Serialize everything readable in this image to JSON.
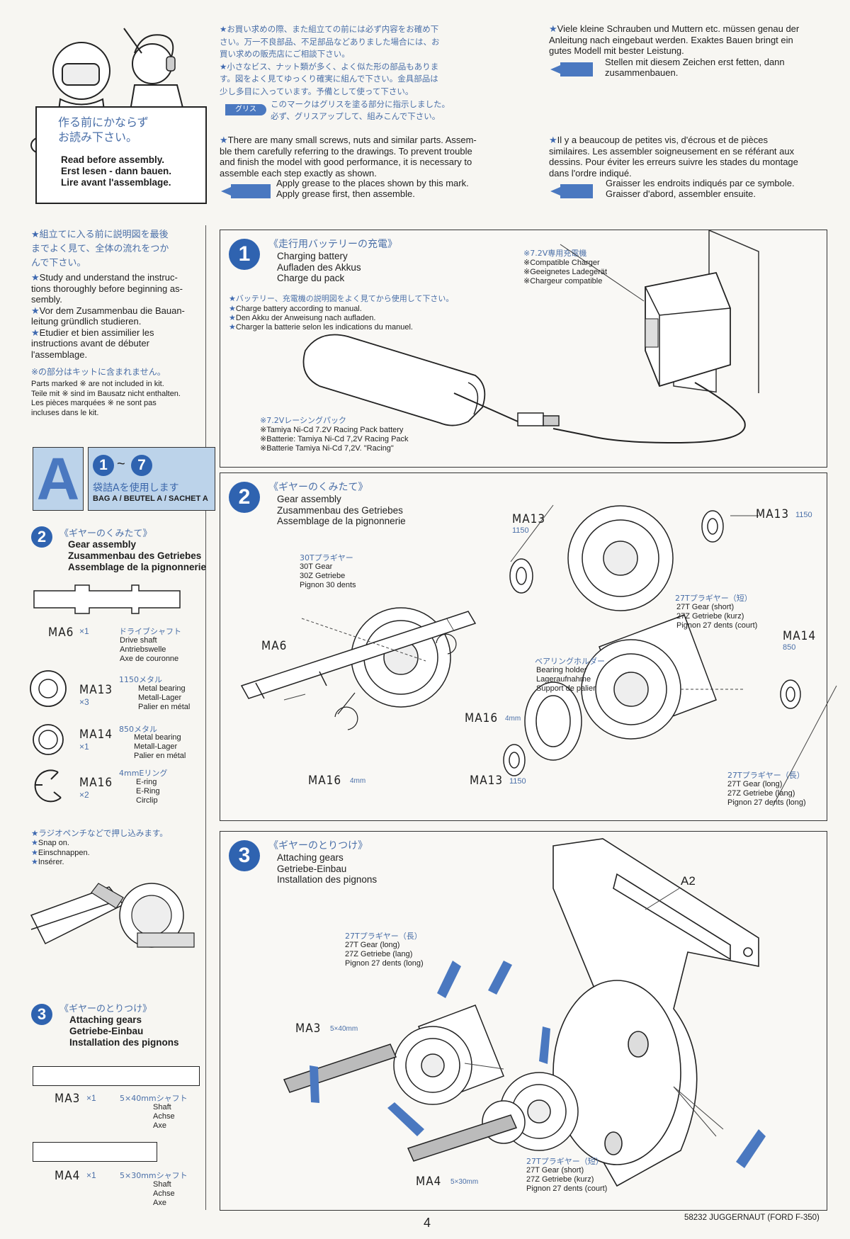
{
  "intro": {
    "sign_jp": [
      "作る前にかならず",
      "お読み下さい。"
    ],
    "sign_lines": [
      "Read before assembly.",
      "Erst lesen - dann bauen.",
      "Lire avant l'assemblage."
    ],
    "jp_text": [
      "お買い求めの際、また組立ての前には必ず内容をお確め下",
      "さい。万一不良部品、不足部品などありました場合には、お",
      "買い求めの販売店にご相談下さい。",
      "小さなビス、ナット類が多く、よく似た形の部品もありま",
      "す。図をよく見てゆっくり確実に組んで下さい。金具部品は",
      "少し多目に入っています。予備として使って下さい。"
    ],
    "grease_label": "グリス",
    "grease_jp": [
      "このマークはグリスを塗る部分に指示しました。",
      "必ず、グリスアップして、組みこんで下さい。"
    ],
    "en_text": [
      "There are many small screws, nuts and similar parts. Assem-",
      "ble them carefully referring to the drawings. To prevent trouble",
      "and finish the model with good performance, it is necessary to",
      "assemble each step exactly as shown."
    ],
    "en_grease": [
      "Apply grease to the places shown by this mark.",
      "Apply grease first, then assemble."
    ],
    "de_text": [
      "Viele kleine Schrauben und Muttern etc. müssen genau der",
      "Anleitung nach eingebaut werden. Exaktes Bauen bringt ein",
      "gutes Modell mit bester Leistung."
    ],
    "de_grease": [
      "Stellen mit diesem Zeichen erst fetten, dann",
      "zusammenbauen."
    ],
    "fr_text": [
      "Il y a beaucoup de petites vis, d'écrous et de pièces",
      "similaires. Les assembler soigneusement en se référant aux",
      "dessins. Pour éviter les erreurs suivre les stades du montage",
      "dans l'ordre indiqué."
    ],
    "fr_grease": [
      "Graisser les endroits indiqués par ce symbole.",
      "Graisser d'abord, assembler ensuite."
    ]
  },
  "sidebar": {
    "study_jp": [
      "組立てに入る前に説明図を最後",
      "までよく見て、全体の流れをつか",
      "んで下さい。"
    ],
    "study_en": [
      "Study and understand the instruc-",
      "tions thoroughly before beginning as-",
      "sembly."
    ],
    "study_de": [
      "Vor dem Zusammenbau die Bauan-",
      "leitung gründlich studieren."
    ],
    "study_fr": [
      "Etudier et bien assimilier les",
      "instructions avant de débuter",
      "l'assemblage."
    ],
    "not_incl_jp": "※の部分はキットに含まれません。",
    "not_incl": [
      "Parts marked ※ are not included in kit.",
      "Teile mit ※ sind im Bausatz nicht enthalten.",
      "Les pièces marquées ※ ne sont pas",
      "incluses dans le kit."
    ],
    "bag_letter": "A",
    "bag_range_from": "1",
    "bag_range_sep": "~",
    "bag_range_to": "7",
    "bag_jp": "袋詰Aを使用します",
    "bag_text": "BAG A / BEUTEL A / SACHET A",
    "step2_num": "2",
    "step2_jp": "《ギヤーのくみたて》",
    "step2_titles": [
      "Gear assembly",
      "Zusammenbau des Getriebes",
      "Assemblage de la pignonnerie"
    ],
    "parts2": [
      {
        "code": "MA6",
        "qty": "×1",
        "jp": "ドライブシャフト",
        "names": [
          "Drive shaft",
          "Antriebswelle",
          "Axe de couronne"
        ]
      },
      {
        "code": "MA13",
        "qty": "×3",
        "jp": "1150メタル",
        "names": [
          "Metal bearing",
          "Metall-Lager",
          "Palier en métal"
        ]
      },
      {
        "code": "MA14",
        "qty": "×1",
        "jp": "850メタル",
        "names": [
          "Metal bearing",
          "Metall-Lager",
          "Palier en métal"
        ]
      },
      {
        "code": "MA16",
        "qty": "×2",
        "jp": "4mmEリング",
        "names": [
          "E-ring",
          "E-Ring",
          "Circlip"
        ]
      }
    ],
    "snap_jp": "ラジオペンチなどで押し込みます。",
    "snap": [
      "Snap on.",
      "Einschnappen.",
      "Insérer."
    ],
    "step3_num": "3",
    "step3_jp": "《ギヤーのとりつけ》",
    "step3_titles": [
      "Attaching gears",
      "Getriebe-Einbau",
      "Installation des pignons"
    ],
    "parts3": [
      {
        "code": "MA3",
        "qty": "×1",
        "jp": "5×40mmシャフト",
        "names": [
          "Shaft",
          "Achse",
          "Axe"
        ]
      },
      {
        "code": "MA4",
        "qty": "×1",
        "jp": "5×30mmシャフト",
        "names": [
          "Shaft",
          "Achse",
          "Axe"
        ]
      }
    ]
  },
  "step1": {
    "num": "1",
    "jp": "《走行用バッテリーの充電》",
    "titles": [
      "Charging battery",
      "Aufladen des Akkus",
      "Charge du pack"
    ],
    "note_jp": "バッテリー、充電機の説明図をよく見てから使用して下さい。",
    "notes": [
      "Charge battery according to manual.",
      "Den Akku der Anweisung nach aufladen.",
      "Charger la batterie selon les indications du manuel."
    ],
    "charger_jp": "※7.2V専用充電機",
    "charger": [
      "※Compatible Charger",
      "※Geeignetes Ladegerät",
      "※Chargeur compatible"
    ],
    "battery_jp": "※7.2Vレーシングパック",
    "battery": [
      "※Tamiya Ni-Cd 7.2V Racing Pack battery",
      "※Batterie: Tamiya Ni-Cd 7,2V Racing Pack",
      "※Batterie Tamiya Ni-Cd 7,2V. \"Racing\""
    ]
  },
  "step2": {
    "num": "2",
    "jp": "《ギヤーのくみたて》",
    "titles": [
      "Gear assembly",
      "Zusammenbau des Getriebes",
      "Assemblage de la pignonnerie"
    ],
    "g30_jp": "30Tプラギヤー",
    "g30": [
      "30T Gear",
      "30Z Getriebe",
      "Pignon 30 dents"
    ],
    "ma6": "MA6",
    "ma16a": "MA16",
    "ma16a_size": "4mm",
    "ma16b": "MA16",
    "ma16b_size": "4mm",
    "ma13a": "MA13",
    "ma13a_size": "1150",
    "ma13b": "MA13",
    "ma13b_size": "1150",
    "ma13c": "MA13",
    "ma13c_size": "1150",
    "ma14": "MA14",
    "ma14_size": "850",
    "g27s_jp": "27Tプラギヤー（短）",
    "g27s": [
      "27T Gear (short)",
      "27Z Getriebe (kurz)",
      "Pignon 27 dents (court)"
    ],
    "holder_jp": "ベアリングホルダー",
    "holder": [
      "Bearing holder",
      "Lageraufnahme",
      "Support de palier"
    ],
    "g27l_jp": "27Tプラギヤー（長）",
    "g27l": [
      "27T Gear (long)",
      "27Z Getriebe (lang)",
      "Pignon 27 dents (long)"
    ]
  },
  "step3": {
    "num": "3",
    "jp": "《ギヤーのとりつけ》",
    "titles": [
      "Attaching gears",
      "Getriebe-Einbau",
      "Installation des pignons"
    ],
    "a2": "A2",
    "g27l_jp": "27Tプラギヤー（長）",
    "g27l": [
      "27T Gear (long)",
      "27Z Getriebe (lang)",
      "Pignon 27 dents (long)"
    ],
    "ma3": "MA3",
    "ma3_size": "5×40mm",
    "ma4": "MA4",
    "ma4_size": "5×30mm",
    "g27s_jp": "27Tプラギヤー（短）",
    "g27s": [
      "27T Gear (short)",
      "27Z Getriebe (kurz)",
      "Pignon 27 dents (court)"
    ]
  },
  "footer": {
    "page": "4",
    "model": "58232 JUGGERNAUT (FORD F-350)"
  }
}
